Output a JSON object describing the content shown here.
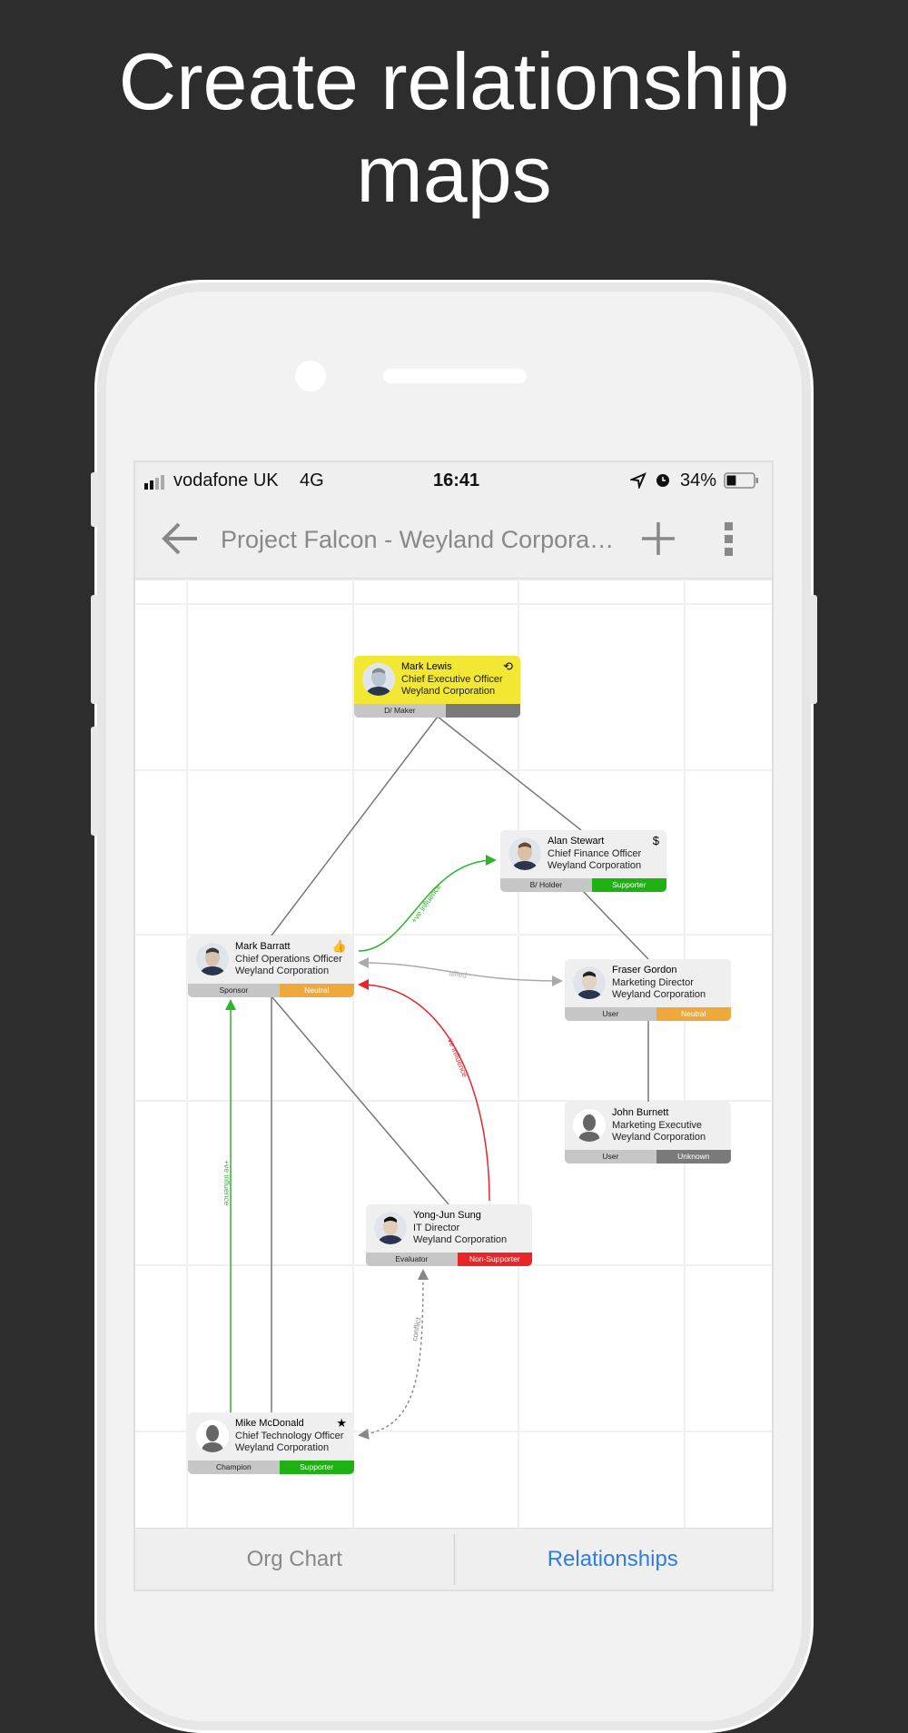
{
  "headline": {
    "line1": "Create relationship",
    "line2": "maps"
  },
  "status_bar": {
    "carrier": "vodafone UK",
    "network": "4G",
    "time": "16:41",
    "battery": "34%",
    "battery_level": 0.34
  },
  "nav": {
    "title": "Project Falcon - Weyland Corpora…",
    "back_icon": "arrow-left-icon",
    "add_icon": "plus-icon",
    "menu_icon": "more-vertical-icon"
  },
  "people": [
    {
      "name": "Mark Lewis",
      "title": "Chief Executive Officer",
      "company": "Weyland Corporation",
      "role": "D/ Maker",
      "status": "",
      "status_color": "#7a7a7a",
      "icon": "⟲",
      "icon_name": "rotate-icon",
      "highlight": "#f2e733"
    },
    {
      "name": "Alan Stewart",
      "title": "Chief Finance Officer",
      "company": "Weyland Corporation",
      "role": "B/ Holder",
      "status": "Supporter",
      "status_color": "#1fb014",
      "icon": "$",
      "icon_name": "dollar-icon"
    },
    {
      "name": "Mark Barratt",
      "title": "Chief Operations Officer",
      "company": "Weyland Corporation",
      "role": "Sponsor",
      "status": "Neutral",
      "status_color": "#eea93a",
      "icon": "👍",
      "icon_name": "thumbs-up-icon"
    },
    {
      "name": "Fraser Gordon",
      "title": "Marketing Director",
      "company": "Weyland Corporation",
      "role": "User",
      "status": "Neutral",
      "status_color": "#eea93a",
      "icon": "",
      "icon_name": ""
    },
    {
      "name": "John Burnett",
      "title": "Marketing Executive",
      "company": "Weyland Corporation",
      "role": "User",
      "status": "Unknown",
      "status_color": "#7a7a7a",
      "icon": "",
      "icon_name": ""
    },
    {
      "name": "Yong-Jun Sung",
      "title": "IT Director",
      "company": "Weyland Corporation",
      "role": "Evaluator",
      "status": "Non-Supporter",
      "status_color": "#e8262a",
      "icon": "",
      "icon_name": ""
    },
    {
      "name": "Mike McDonald",
      "title": "Chief Technology Officer",
      "company": "Weyland Corporation",
      "role": "Champion",
      "status": "Supporter",
      "status_color": "#1fb014",
      "icon": "★",
      "icon_name": "star-icon"
    }
  ],
  "relationships": [
    {
      "label": "+ve influence",
      "from": "Mark Barratt",
      "to": "Alan Stewart",
      "color": "#2db52d"
    },
    {
      "label": "allied",
      "from": "Mark Barratt",
      "to": "Fraser Gordon",
      "color": "#aaaaaa"
    },
    {
      "label": "-ve influence",
      "from": "Yong-Jun Sung",
      "to": "Mark Barratt",
      "color": "#e8262a"
    },
    {
      "label": "+ve influence",
      "from": "Mike McDonald",
      "to": "Mark Barratt",
      "color": "#2db52d"
    },
    {
      "label": "conflict",
      "from": "Mike McDonald",
      "to": "Yong-Jun Sung",
      "color": "#888888"
    }
  ],
  "tabs": [
    {
      "label": "Org Chart",
      "active": false
    },
    {
      "label": "Relationships",
      "active": true
    }
  ],
  "colors": {
    "accent": "#2f7de1",
    "background": "#2d2d2d"
  }
}
